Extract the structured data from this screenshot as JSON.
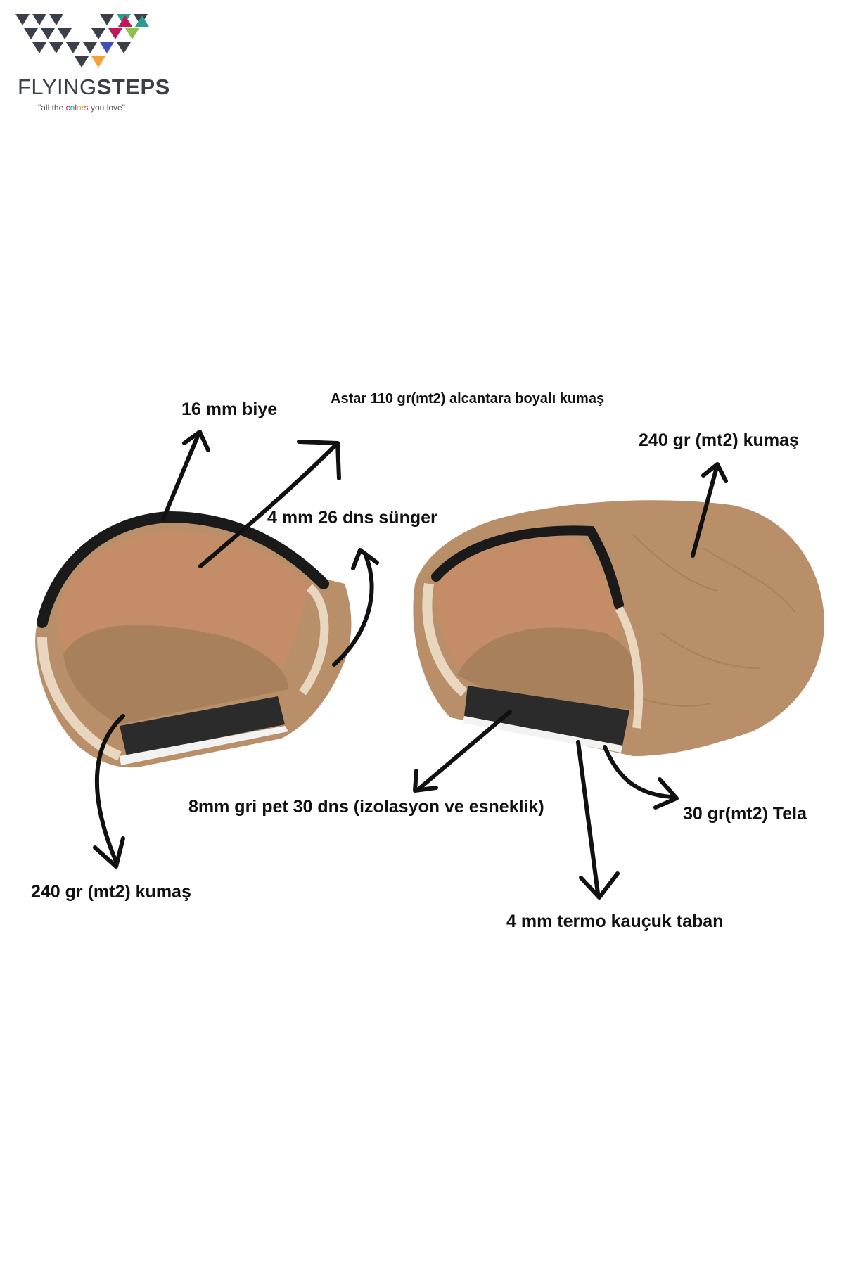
{
  "brand": {
    "name_light": "FLYING",
    "name_bold": "STEPS",
    "tagline_open": "\"all the ",
    "tagline_colors": [
      "c",
      "o",
      "l",
      "o",
      "r",
      "s"
    ],
    "tagline_close": " you love\"",
    "logo_colors": [
      "#3b4048",
      "#c2185b",
      "#2a9d8f",
      "#3f51b5",
      "#8bc34a",
      "#f4a236"
    ]
  },
  "labels": {
    "biye": "16 mm biye",
    "astar": "Astar 110 gr(mt2) alcantara boyalı kumaş",
    "kumas_right": "240 gr (mt2) kumaş",
    "sunger": "4 mm 26 dns sünger",
    "pet": "8mm gri pet 30 dns (izolasyon ve esneklik)",
    "tela": "30 gr(mt2) Tela",
    "kumas_left": "240 gr (mt2) kumaş",
    "taban": "4 mm termo kauçuk taban"
  },
  "colors": {
    "fur": "#b98f6a",
    "fur_dark": "#8f6a48",
    "lining": "#c48d67",
    "binding": "#1a1a1a",
    "foam": "#2b2b2b",
    "sole": "#f2f2f2",
    "arrow": "#111111"
  }
}
